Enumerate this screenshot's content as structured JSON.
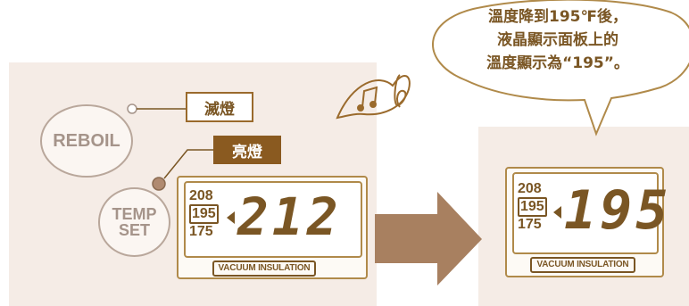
{
  "reboil_label": "REBOIL",
  "temp_set_label": {
    "line1": "TEMP",
    "line2": "SET"
  },
  "off_tag": "滅燈",
  "on_tag": "亮燈",
  "left_display": {
    "temps": [
      "208",
      "195",
      "175"
    ],
    "selected_temp": "195",
    "current_reading": "212",
    "brand": "VACUUM INSULATION"
  },
  "right_display": {
    "temps": [
      "208",
      "195",
      "175"
    ],
    "selected_temp": "195",
    "current_reading": "195",
    "brand": "VACUUM INSULATION"
  },
  "bubble": {
    "line1": "溫度降到195℉後，",
    "line2": "液晶顯示面板上的",
    "line3": "溫度顯示為“195”。"
  },
  "colors": {
    "accent": "#8a5a20",
    "panel": "#f5ece6",
    "arrow": "#a88060"
  },
  "icons": [
    "music-note-icon",
    "indicator-lamp-icon",
    "right-arrow-icon"
  ]
}
